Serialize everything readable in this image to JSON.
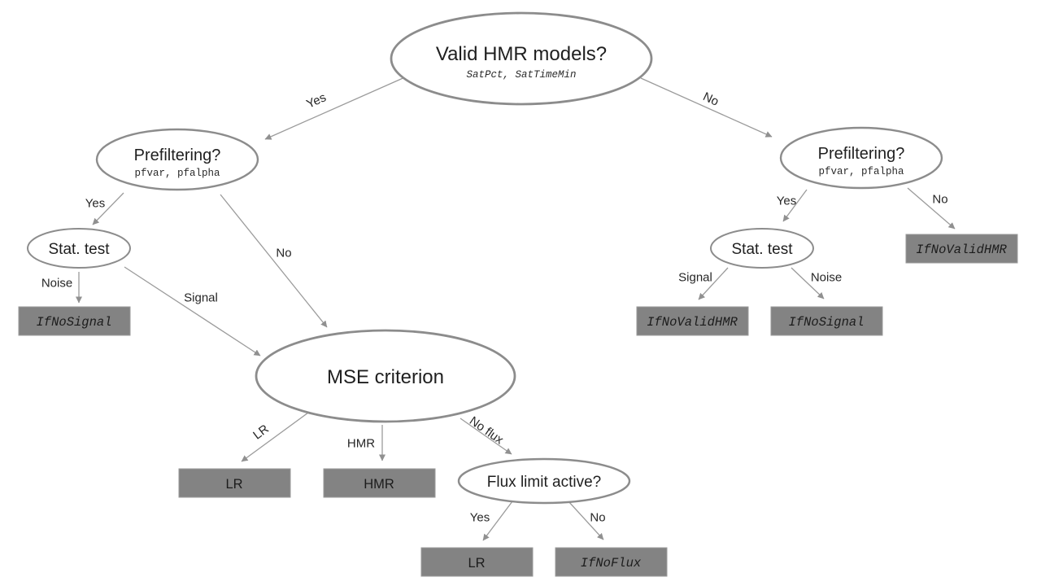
{
  "nodes": {
    "valid_hmr": {
      "title": "Valid HMR models?",
      "params": "SatPct, SatTimeMin"
    },
    "prefiltering_left": {
      "title": "Prefiltering?",
      "params": "pfvar, pfalpha"
    },
    "stat_test_left": {
      "title": "Stat. test"
    },
    "mse": {
      "title": "MSE criterion"
    },
    "flux_limit": {
      "title": "Flux limit active?"
    },
    "prefiltering_right": {
      "title": "Prefiltering?",
      "params": "pfvar, pfalpha"
    },
    "stat_test_right": {
      "title": "Stat. test"
    }
  },
  "boxes": {
    "if_no_signal_left": "IfNoSignal",
    "lr_mid": "LR",
    "hmr": "HMR",
    "lr_bottom": "LR",
    "if_no_flux": "IfNoFlux",
    "if_no_valid_hmr_top": "IfNoValidHMR",
    "if_no_valid_hmr_mid": "IfNoValidHMR",
    "if_no_signal_right": "IfNoSignal"
  },
  "edge_labels": {
    "top_yes": "Yes",
    "top_no": "No",
    "left_pref_yes": "Yes",
    "left_pref_no": "No",
    "left_stat_noise": "Noise",
    "left_stat_signal": "Signal",
    "mse_lr": "LR",
    "mse_hmr": "HMR",
    "mse_no_flux": "No flux",
    "flux_yes": "Yes",
    "flux_no": "No",
    "right_pref_yes": "Yes",
    "right_pref_no": "No",
    "right_stat_signal": "Signal",
    "right_stat_noise": "Noise"
  },
  "colors": {
    "box_fill": "#838383",
    "ellipse_stroke": "#8c8c8c",
    "arrow_line": "#9b9b9b",
    "text": "#1f1f1f",
    "background": "#ffffff"
  }
}
